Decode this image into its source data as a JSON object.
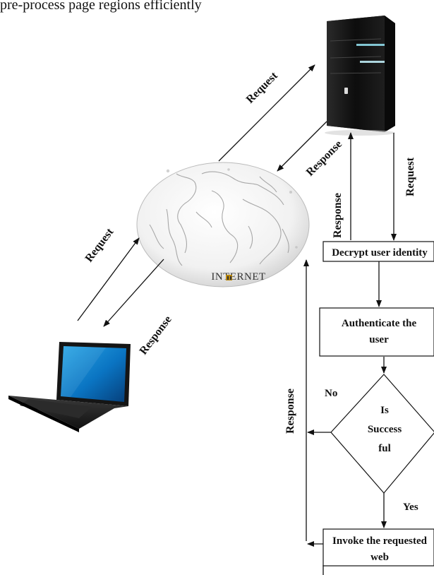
{
  "header_text": "pre-process page regions efficiently",
  "labels": {
    "request_laptop": "Request",
    "response_laptop": "Response",
    "request_server": "Request",
    "response_server": "Response",
    "response_up": "Response",
    "request_down": "Request",
    "response_loop": "Response",
    "internet": "INTERNET"
  },
  "flowchart": {
    "decrypt": "Decrypt user identity",
    "authenticate_line1": "Authenticate the",
    "authenticate_line2": "user",
    "decision_line1": "Is",
    "decision_line2": "Success",
    "decision_line3": "ful",
    "no_label": "No",
    "yes_label": "Yes",
    "invoke_line1": "Invoke the requested",
    "invoke_line2": "web"
  },
  "icons": {
    "server": "server-tower-icon",
    "globe": "world-map-globe-icon",
    "laptop": "laptop-icon"
  }
}
